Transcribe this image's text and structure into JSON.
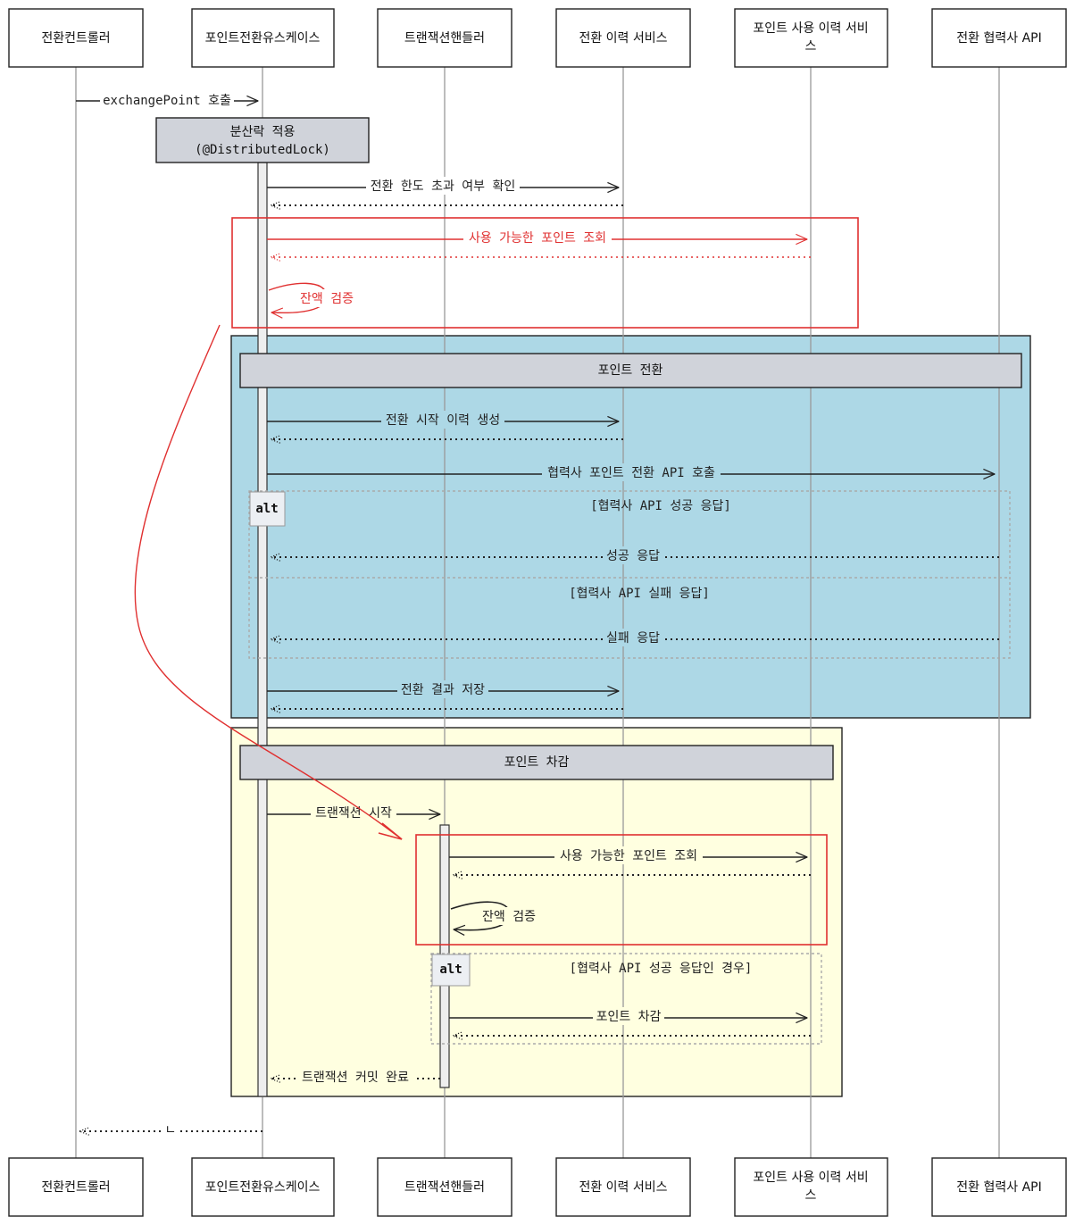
{
  "participants": [
    {
      "id": "controller",
      "label": "전환컨트롤러",
      "label2": ""
    },
    {
      "id": "usecase",
      "label": "포인트전환유스케이스",
      "label2": ""
    },
    {
      "id": "tx",
      "label": "트랜잭션핸들러",
      "label2": ""
    },
    {
      "id": "history",
      "label": "전환 이력 서비스",
      "label2": ""
    },
    {
      "id": "usage",
      "label": "포인트 사용 이력 서비",
      "label2": "스"
    },
    {
      "id": "partner",
      "label": "전환 협력사 API",
      "label2": ""
    }
  ],
  "messages": {
    "m1": "exchangePoint 호출",
    "m2": "전환 한도 초과 여부 확인",
    "m3": "사용 가능한 포인트 조회",
    "m4": "잔액 검증",
    "m5": "전환 시작 이력 생성",
    "m6": "협력사 포인트 전환 API 호출",
    "m7": "성공 응답",
    "m8": "실패 응답",
    "m9": "전환 결과 저장",
    "m10": "트랜잭션 시작",
    "m11": "사용 가능한 포인트 조회",
    "m12": "잔액 검증",
    "m13": "포인트 차감",
    "m14": "트랜잭션 커밋 완료",
    "m15": "ㄴ"
  },
  "notes": {
    "lock_line1": "분산락 적용",
    "lock_line2": "(@DistributedLock)",
    "exchange": "포인트 전환",
    "deduct": "포인트 차감"
  },
  "alts": {
    "label": "alt",
    "cond1": "[협력사 API 성공 응답]",
    "cond2": "[협력사 API 실패 응답]",
    "cond3": "[협력사 API 성공 응답인 경우]"
  },
  "colors": {
    "exchange_region": "#add8e6",
    "deduct_region": "#ffffe0",
    "highlight": "#e03030",
    "note": "#d0d3da"
  }
}
